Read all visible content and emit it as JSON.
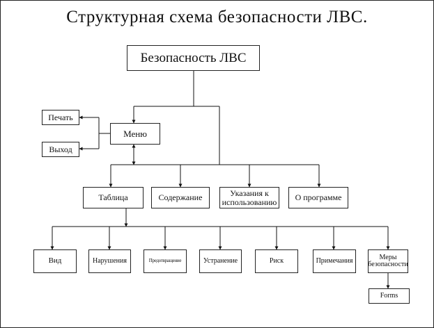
{
  "title": "Структурная схема безопасности ЛВС.",
  "nodes": {
    "root": "Безопасность ЛВС",
    "menu": "Меню",
    "print": "Печать",
    "exit": "Выход",
    "table": "Таблица",
    "contents": "Содержание",
    "usage": "Указания к использованию",
    "about": "О программе",
    "view": "Вид",
    "violations": "Нарушения",
    "prevention": "Предотвращение",
    "elimination": "Устранение",
    "risk": "Риск",
    "notes": "Примечания",
    "measures": "Меры безопасности",
    "forms": "Forms"
  }
}
